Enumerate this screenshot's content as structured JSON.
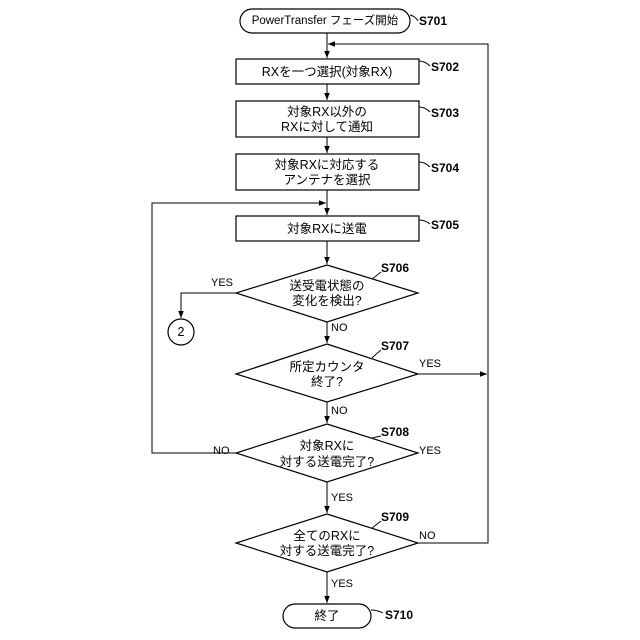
{
  "nodes": {
    "s701": {
      "label": "PowerTransfer フェーズ開始",
      "step": "S701"
    },
    "s702": {
      "lines": [
        "RXを一つ選択(対象RX)"
      ],
      "step": "S702"
    },
    "s703": {
      "lines": [
        "対象RX以外の",
        "RXに対して通知"
      ],
      "step": "S703"
    },
    "s704": {
      "lines": [
        "対象RXに対応する",
        "アンテナを選択"
      ],
      "step": "S704"
    },
    "s705": {
      "lines": [
        "対象RXに送電"
      ],
      "step": "S705"
    },
    "s706": {
      "lines": [
        "送受電状態の",
        "変化を検出?"
      ],
      "step": "S706",
      "yes_label": "YES",
      "no_label": "NO"
    },
    "s707": {
      "lines": [
        "所定カウンタ",
        "終了?"
      ],
      "step": "S707",
      "yes_label": "YES",
      "no_label": "NO"
    },
    "s708": {
      "lines": [
        "対象RXに",
        "対する送電完了?"
      ],
      "step": "S708",
      "yes_right_label": "YES",
      "no_label": "NO",
      "yes_label": "YES"
    },
    "s709": {
      "lines": [
        "全てのRXに",
        "対する送電完了?"
      ],
      "step": "S709",
      "no_label": "NO",
      "yes_label": "YES"
    },
    "s710": {
      "label": "終了",
      "step": "S710"
    }
  },
  "connector": {
    "label": "2"
  }
}
